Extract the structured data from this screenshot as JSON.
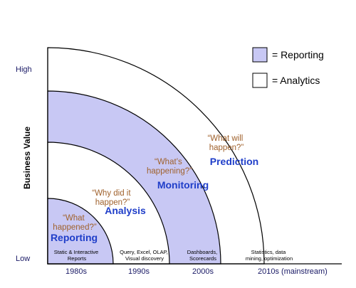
{
  "y_axis": {
    "title": "Business Value",
    "high": "High",
    "low": "Low"
  },
  "x_axis": {
    "labels": [
      "1980s",
      "1990s",
      "2000s",
      "2010s (mainstream)"
    ]
  },
  "legend": {
    "reporting_label": "= Reporting",
    "analytics_label": "= Analytics",
    "reporting_color": "#c8c8f4",
    "analytics_color": "#ffffff"
  },
  "stages": [
    {
      "name": "Reporting",
      "question": [
        "“What",
        "happened?”"
      ],
      "footnote": [
        "Static & Interactive",
        "Reports"
      ],
      "type": "reporting"
    },
    {
      "name": "Analysis",
      "question": [
        "“Why did it",
        "happen?”"
      ],
      "footnote": [
        "Query, Excel, OLAP,",
        "Visual discovery"
      ],
      "type": "analytics"
    },
    {
      "name": "Monitoring",
      "question": [
        "“What’s",
        "happening?”"
      ],
      "footnote": [
        "Dashboards,",
        "Scorecards"
      ],
      "type": "reporting"
    },
    {
      "name": "Prediction",
      "question": [
        "“What will",
        "happen?”"
      ],
      "footnote": [
        "Statistics, data",
        "mining, optimization"
      ],
      "type": "analytics"
    }
  ]
}
